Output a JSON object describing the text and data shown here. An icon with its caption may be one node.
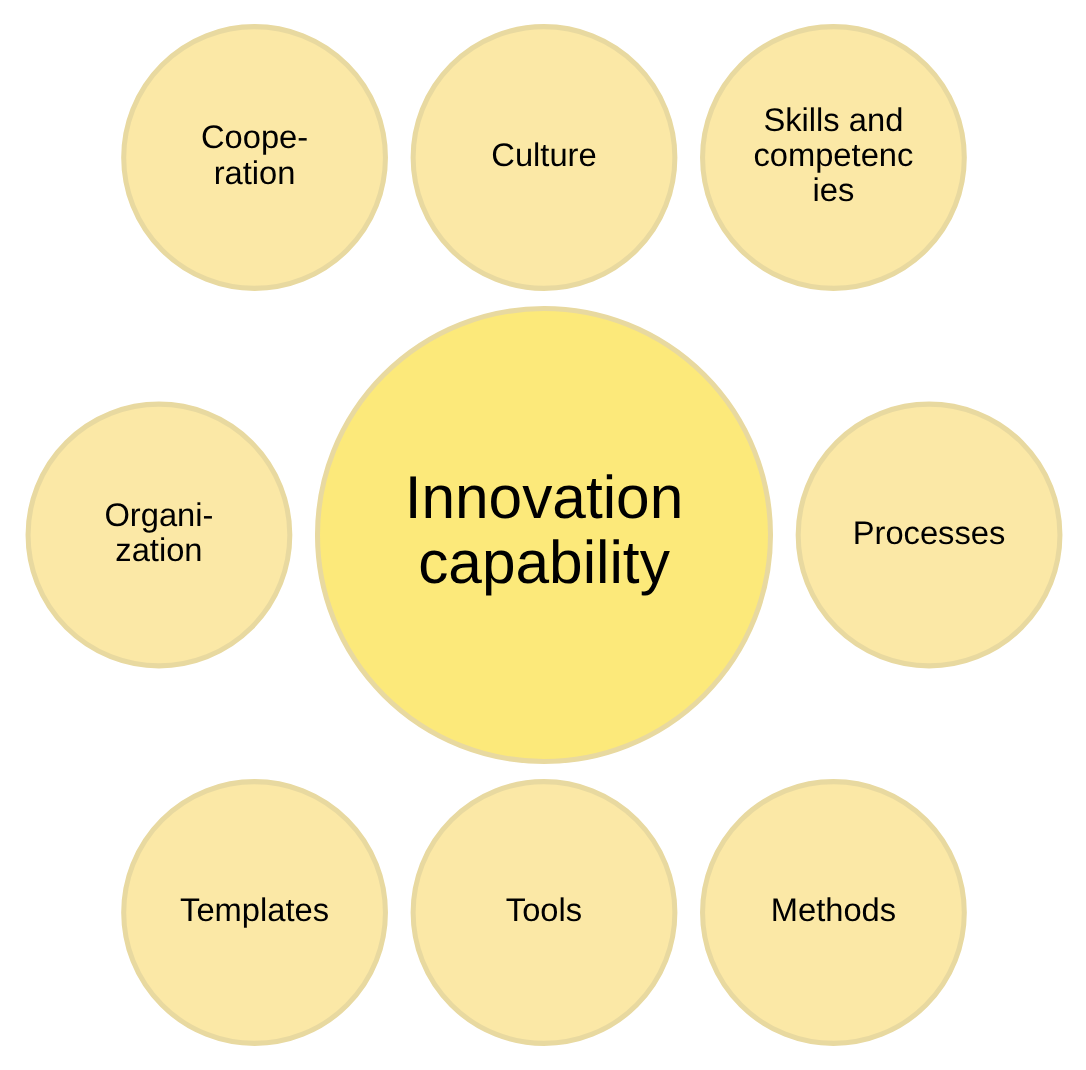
{
  "diagram": {
    "nodes": [
      {
        "text": [
          "Culture"
        ]
      },
      {
        "text": [
          "Coope- ration"
        ]
      },
      {
        "text": [
          "Skills and competenc ies"
        ]
      },
      {
        "text": [
          "Organi- zation"
        ]
      },
      {
        "text": [
          "Innovation capability"
        ]
      },
      {
        "text": [
          "Processes"
        ]
      },
      {
        "text": [
          "Templates"
        ]
      },
      {
        "text": [
          "Methods"
        ]
      },
      {
        "text": [
          "Tools"
        ]
      }
    ]
  }
}
